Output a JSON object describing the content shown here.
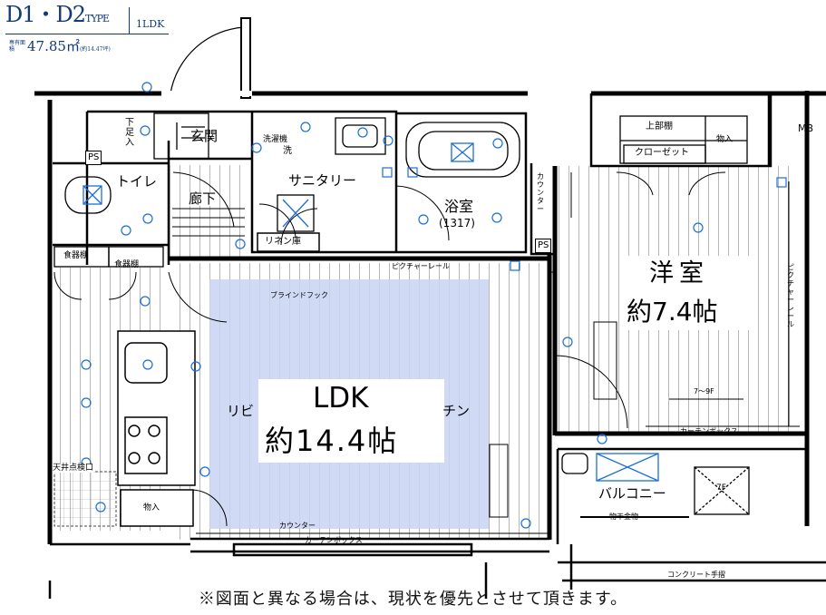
{
  "header": {
    "type_name": "D1・D2",
    "type_suffix": "TYPE",
    "layout": "1LDK",
    "area_label": "専有面積",
    "area_value": "47.85㎡",
    "area_sub": "(約14.47坪)"
  },
  "rooms": {
    "ldk_title": "LDK",
    "ldk_size": "約14.4帖",
    "ldk_left": "リビ",
    "ldk_right": "チン",
    "western_title": "洋室",
    "western_size": "約7.4帖",
    "sanitary": "サニタリー",
    "bath": "浴室",
    "bath_size": "(1317)",
    "toilet": "トイレ",
    "corridor": "廊下",
    "entrance": "玄関",
    "balcony": "バルコニー",
    "linen": "リネン庫",
    "storage": "物入",
    "storage2": "物入",
    "upper_shelf": "上部棚",
    "closet": "クローゼット",
    "shoe_left": "下足入",
    "shoe1": "食器棚",
    "shoe2": "食器棚",
    "counter_v": "カウンター",
    "counter_h": "カウンター",
    "curtain_box": "カーテンボックス",
    "curtain_box2": "カーテンボックス",
    "picture_rail": "ピクチャーレール",
    "picture_rail_v": "ピクチャーレール",
    "blind_hook": "ブラインドフック",
    "ceiling_hatch": "天井点検口",
    "ps1": "PS",
    "ps2": "PS",
    "mb": "MB",
    "washer_top": "洗濯機",
    "laundry_pole": "物干金物",
    "concrete_rail": "コンクリート手摺",
    "outdoor_unit": "7F",
    "range_dim": "7～9F",
    "washer_label": "洗"
  },
  "footer": {
    "note": "※図面と異なる場合は、現状を優先とさせて頂きます。"
  },
  "colors": {
    "header_blue": "#123a78",
    "fixture_blue": "#1a6fd6",
    "ldk_fill": "#c9d4f2",
    "wall": "#000000"
  }
}
